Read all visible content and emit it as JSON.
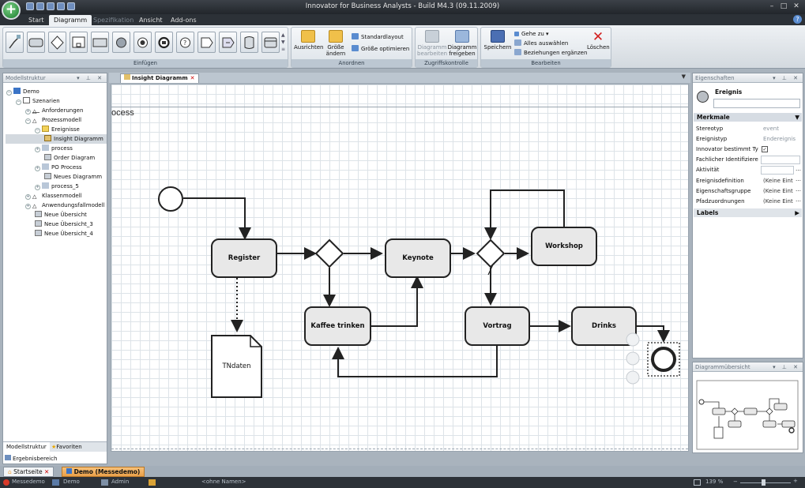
{
  "window": {
    "title": "Innovator for Business Analysts - Build M4.3 (09.11.2009)"
  },
  "ribbon_tabs": [
    "Start",
    "Diagramm",
    "Spezifikation",
    "Ansicht",
    "Add-ons"
  ],
  "ribbon": {
    "groups": {
      "einfuegen": "Einfügen",
      "anordnen": "Anordnen",
      "zugriff": "Zugriffskontrolle",
      "bearbeiten": "Bearbeiten"
    },
    "ausrichten": "Ausrichten",
    "groesse": "Größe ändern",
    "standardlayout": "Standardlayout",
    "groesse_opt": "Größe optimieren",
    "diagramm_bearbeiten": "Diagramm bearbeiten",
    "diagramm_freigeben": "Diagramm freigeben",
    "speichern": "Speichern",
    "gehe_zu": "Gehe zu",
    "alles_auswaehlen": "Alles auswählen",
    "beziehungen": "Beziehungen ergänzen",
    "loeschen": "Löschen"
  },
  "model_tree": {
    "title": "Modellstruktur",
    "items": [
      "Demo",
      "Szenarien",
      "Anforderungen",
      "Prozessmodell",
      "Ereignisse",
      "Insight Diagramm",
      "process",
      "Order Diagram",
      "PO Process",
      "Neues Diagramm",
      "process_5",
      "Klassenmodell",
      "Anwendungsfallmodell",
      "Neue Übersicht",
      "Neue Übersicht_3",
      "Neue Übersicht_4"
    ],
    "bottom_tabs": [
      "Modellstruktur",
      "Favoriten"
    ],
    "results": "Ergebnisbereich"
  },
  "document_tab": "Insight Diagramm",
  "diagram": {
    "pool_label": "ocess",
    "nodes": {
      "register": "Register",
      "keynote": "Keynote",
      "workshop": "Workshop",
      "kaffee": "Kaffee trinken",
      "vortrag": "Vortrag",
      "drinks": "Drinks",
      "tndaten": "TNdaten"
    }
  },
  "properties": {
    "title": "Eigenschaften",
    "element": "Ereignis",
    "section": "Merkmale",
    "rows": [
      {
        "label": "Stereotyp",
        "value": "event"
      },
      {
        "label": "Ereignistyp",
        "value": "Endereignis"
      },
      {
        "label": "Innovator bestimmt Ty",
        "value": ""
      },
      {
        "label": "Fachlicher Identifiziere",
        "value": ""
      },
      {
        "label": "Aktivität",
        "value": ""
      },
      {
        "label": "Ereignisdefinition",
        "value": "(Keine Eint"
      },
      {
        "label": "Eigenschaftsgruppe",
        "value": "(Keine Eint"
      },
      {
        "label": "Pfadzuordnungen",
        "value": "(Keine Eint"
      }
    ],
    "labels_section": "Labels"
  },
  "overview": {
    "title": "Diagrammübersicht"
  },
  "doc_tabs": [
    "Startseite",
    "Demo (Messedemo)"
  ],
  "status": {
    "user": "Messedemo",
    "model": "Demo",
    "role": "Admin",
    "name": "<ohne Namen>",
    "zoom": "139 %"
  },
  "colors": {
    "accent": "#f2a640",
    "node_fill": "#e8e8e8",
    "node_stroke": "#222222"
  }
}
